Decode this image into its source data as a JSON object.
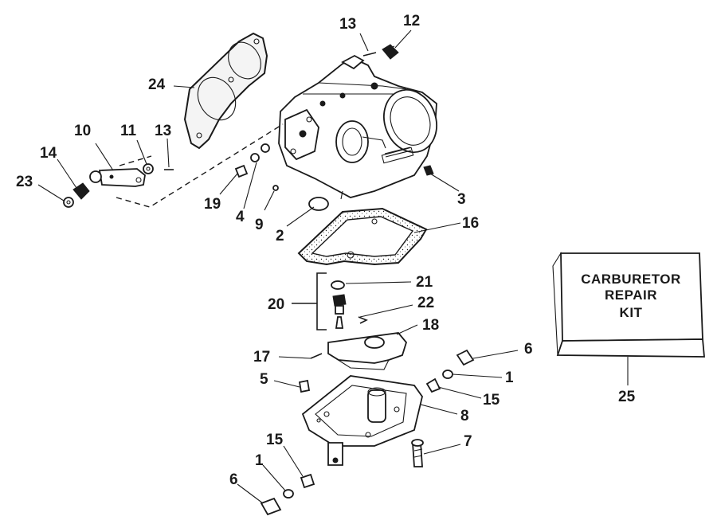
{
  "callouts": {
    "c1a": "1",
    "c1b": "1",
    "c2": "2",
    "c3": "3",
    "c4": "4",
    "c5": "5",
    "c6a": "6",
    "c6b": "6",
    "c7": "7",
    "c8": "8",
    "c9": "9",
    "c10": "10",
    "c11": "11",
    "c12": "12",
    "c13a": "13",
    "c13b": "13",
    "c14": "14",
    "c15a": "15",
    "c15b": "15",
    "c16": "16",
    "c17": "17",
    "c18": "18",
    "c19": "19",
    "c20": "20",
    "c21": "21",
    "c22": "22",
    "c23": "23",
    "c24": "24",
    "c25": "25"
  },
  "kit": {
    "line1": "CARBURETOR",
    "line2": "REPAIR",
    "line3": "KIT"
  }
}
